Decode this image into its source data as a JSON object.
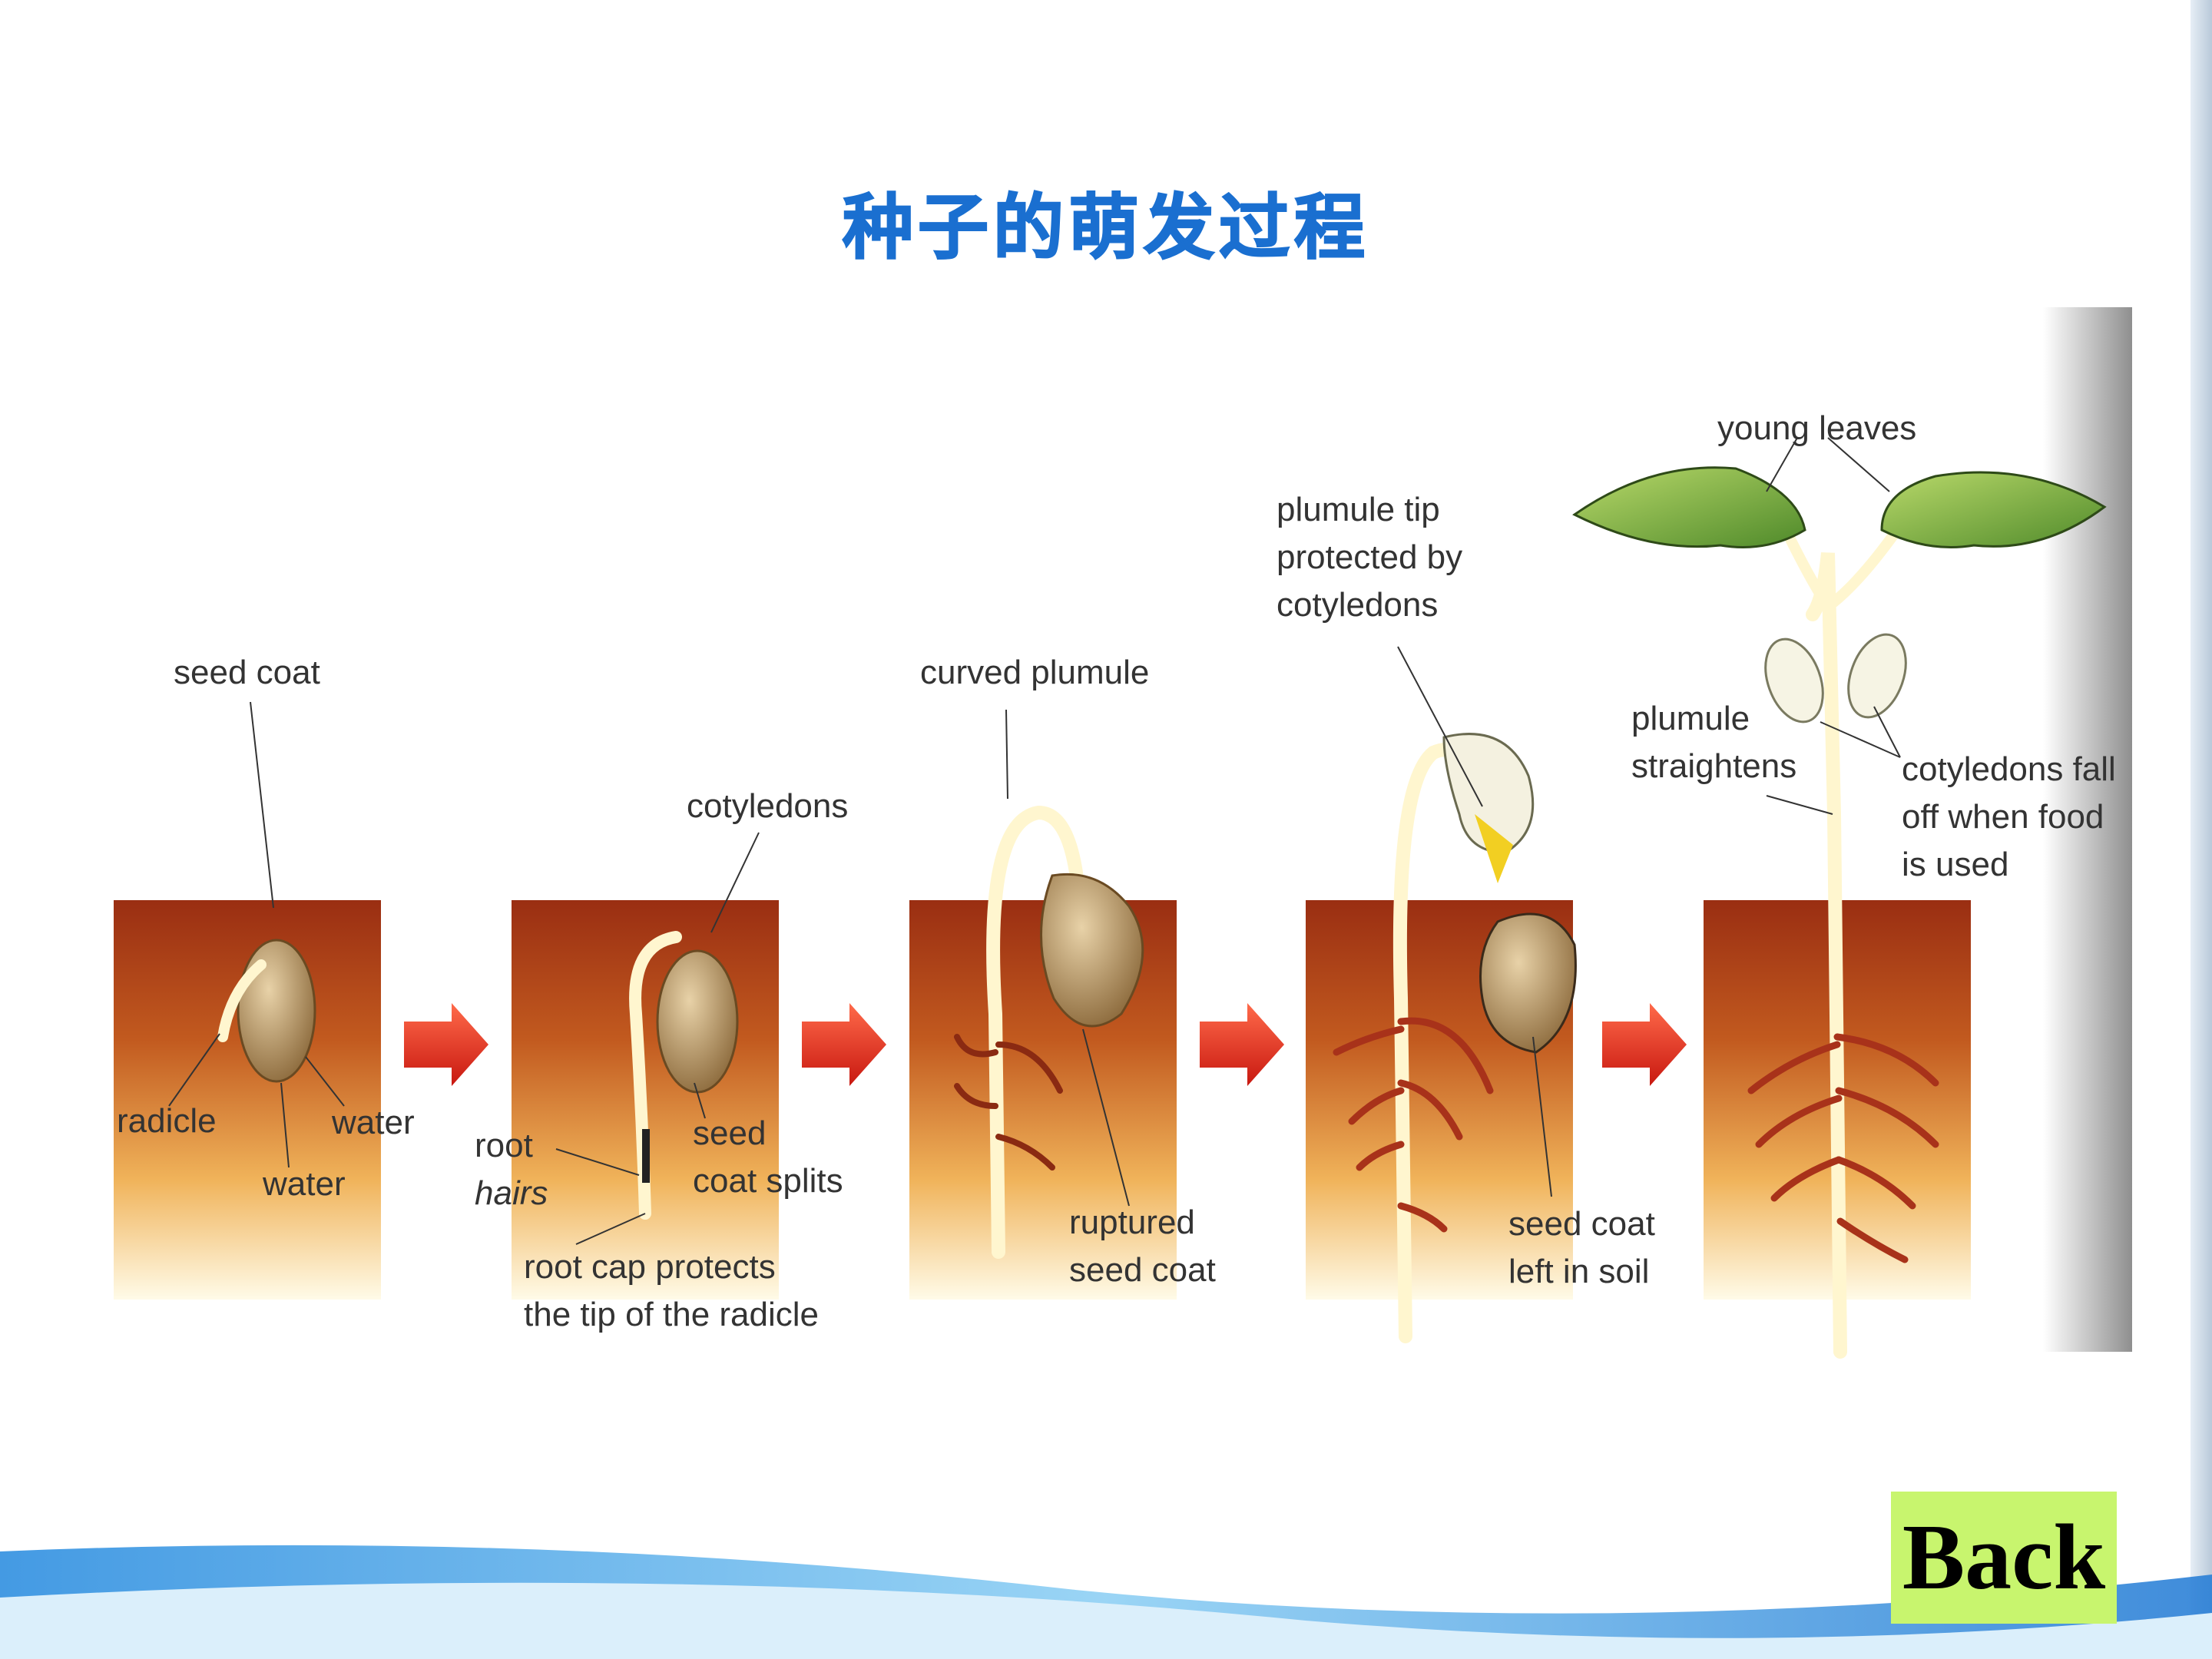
{
  "slide": {
    "title": "种子的萌发过程",
    "back_label": "Back"
  },
  "diagram": {
    "stage1": {
      "seed_coat": "seed coat",
      "radicle": "radicle",
      "water_right": "water",
      "water_bottom": "water"
    },
    "stage2": {
      "cotyledons": "cotyledons",
      "root": "root",
      "hairs": "hairs",
      "seed": "seed",
      "coat_splits": "coat splits",
      "root_cap_1": "root cap protects",
      "root_cap_2": "the tip of the radicle"
    },
    "stage3": {
      "curved_plumule": "curved plumule",
      "ruptured": "ruptured",
      "seed_coat": "seed coat"
    },
    "stage4": {
      "plumule_tip_1": "plumule tip",
      "plumule_tip_2": "protected by",
      "plumule_tip_3": "cotyledons",
      "seed_coat_1": "seed coat",
      "seed_coat_2": "left in soil"
    },
    "stage5": {
      "young_leaves": "young leaves",
      "plumule": "plumule",
      "straightens": "straightens",
      "cot_fall_1": "cotyledons fall",
      "cot_fall_2": "off when food",
      "cot_fall_3": "is used"
    }
  },
  "colors": {
    "title": "#1a6fd0",
    "back_button": "#c8f56e",
    "arrow": "#e8291c",
    "soil_top": "#9a2e12",
    "soil_bottom": "#fffbe8"
  }
}
